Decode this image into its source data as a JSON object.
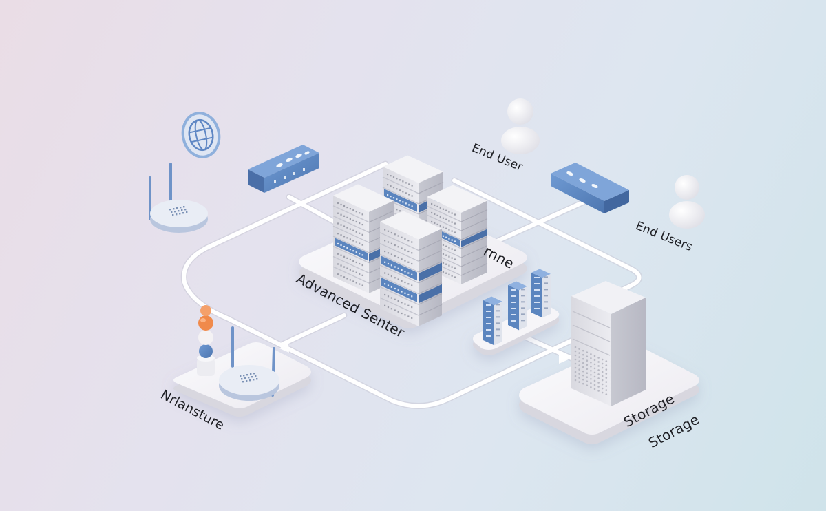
{
  "labels": {
    "advanced_center": "Advanced Senter",
    "frame": "rnne",
    "end_user": "End User",
    "end_users": "End Users",
    "infrastructure": "Nrlansture",
    "storage_top": "Storage",
    "storage_bottom": "Storage"
  },
  "icons": {
    "globe": "globe-icon",
    "router_left": "wifi-router-icon",
    "router_bottom": "wifi-router-icon",
    "switch_left": "network-switch-icon",
    "switch_right": "network-switch-icon",
    "server_cluster": "server-rack-icon",
    "small_servers": "server-rack-icon",
    "storage_server": "storage-server-icon",
    "user": "user-icon",
    "signal_tower": "signal-tower-icon"
  },
  "colors": {
    "background_left": "#eadde6",
    "background_right": "#cfe3ea",
    "platform": "#f7f6f9",
    "server_body": "#e7e7ec",
    "accent_blue": "#5b85bf",
    "accent_orange": "#f08a4b",
    "connector": "#ffffff"
  }
}
